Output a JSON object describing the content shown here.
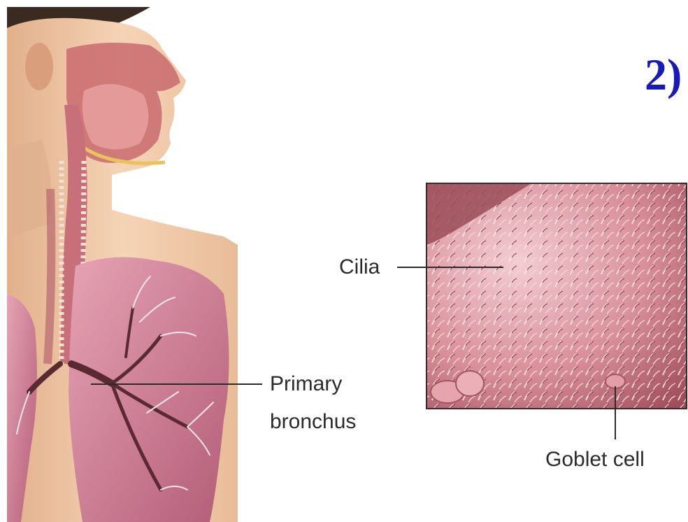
{
  "slide_number": "2)",
  "labels": {
    "cilia": "Cilia",
    "primary_bronchus_line1": "Primary",
    "primary_bronchus_line2": "bronchus",
    "goblet_cell": "Goblet cell"
  },
  "colors": {
    "slide_number": "#1a1ab8",
    "label_text": "#2b2b2b",
    "skin": "#f0c9a6",
    "lung": "#cf7e93",
    "tissue": "#c96f7a"
  }
}
